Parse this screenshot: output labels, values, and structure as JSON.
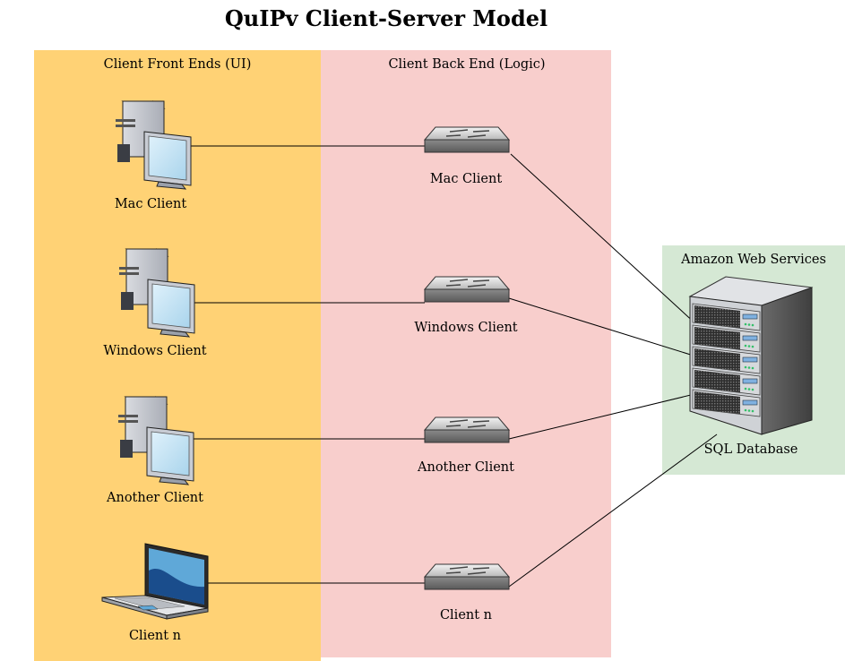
{
  "title": "QuIPv Client-Server Model",
  "zones": {
    "front_end": "Client Front Ends (UI)",
    "back_end": "Client Back End (Logic)",
    "aws": "Amazon Web Services"
  },
  "front_clients": [
    {
      "label": "Mac Client",
      "icon": "desktop-computer-icon"
    },
    {
      "label": "Windows Client",
      "icon": "desktop-computer-icon"
    },
    {
      "label": "Another Client",
      "icon": "desktop-computer-icon"
    },
    {
      "label": "Client n",
      "icon": "laptop-icon"
    }
  ],
  "back_clients": [
    {
      "label": "Mac Client",
      "icon": "network-switch-icon"
    },
    {
      "label": "Windows Client",
      "icon": "network-switch-icon"
    },
    {
      "label": "Another Client",
      "icon": "network-switch-icon"
    },
    {
      "label": "Client n",
      "icon": "network-switch-icon"
    }
  ],
  "database": {
    "label": "SQL Database",
    "icon": "server-rack-icon"
  },
  "colors": {
    "front_zone": "#FFD275",
    "back_zone": "#F8CECC",
    "aws_zone": "#D5E8D4"
  }
}
